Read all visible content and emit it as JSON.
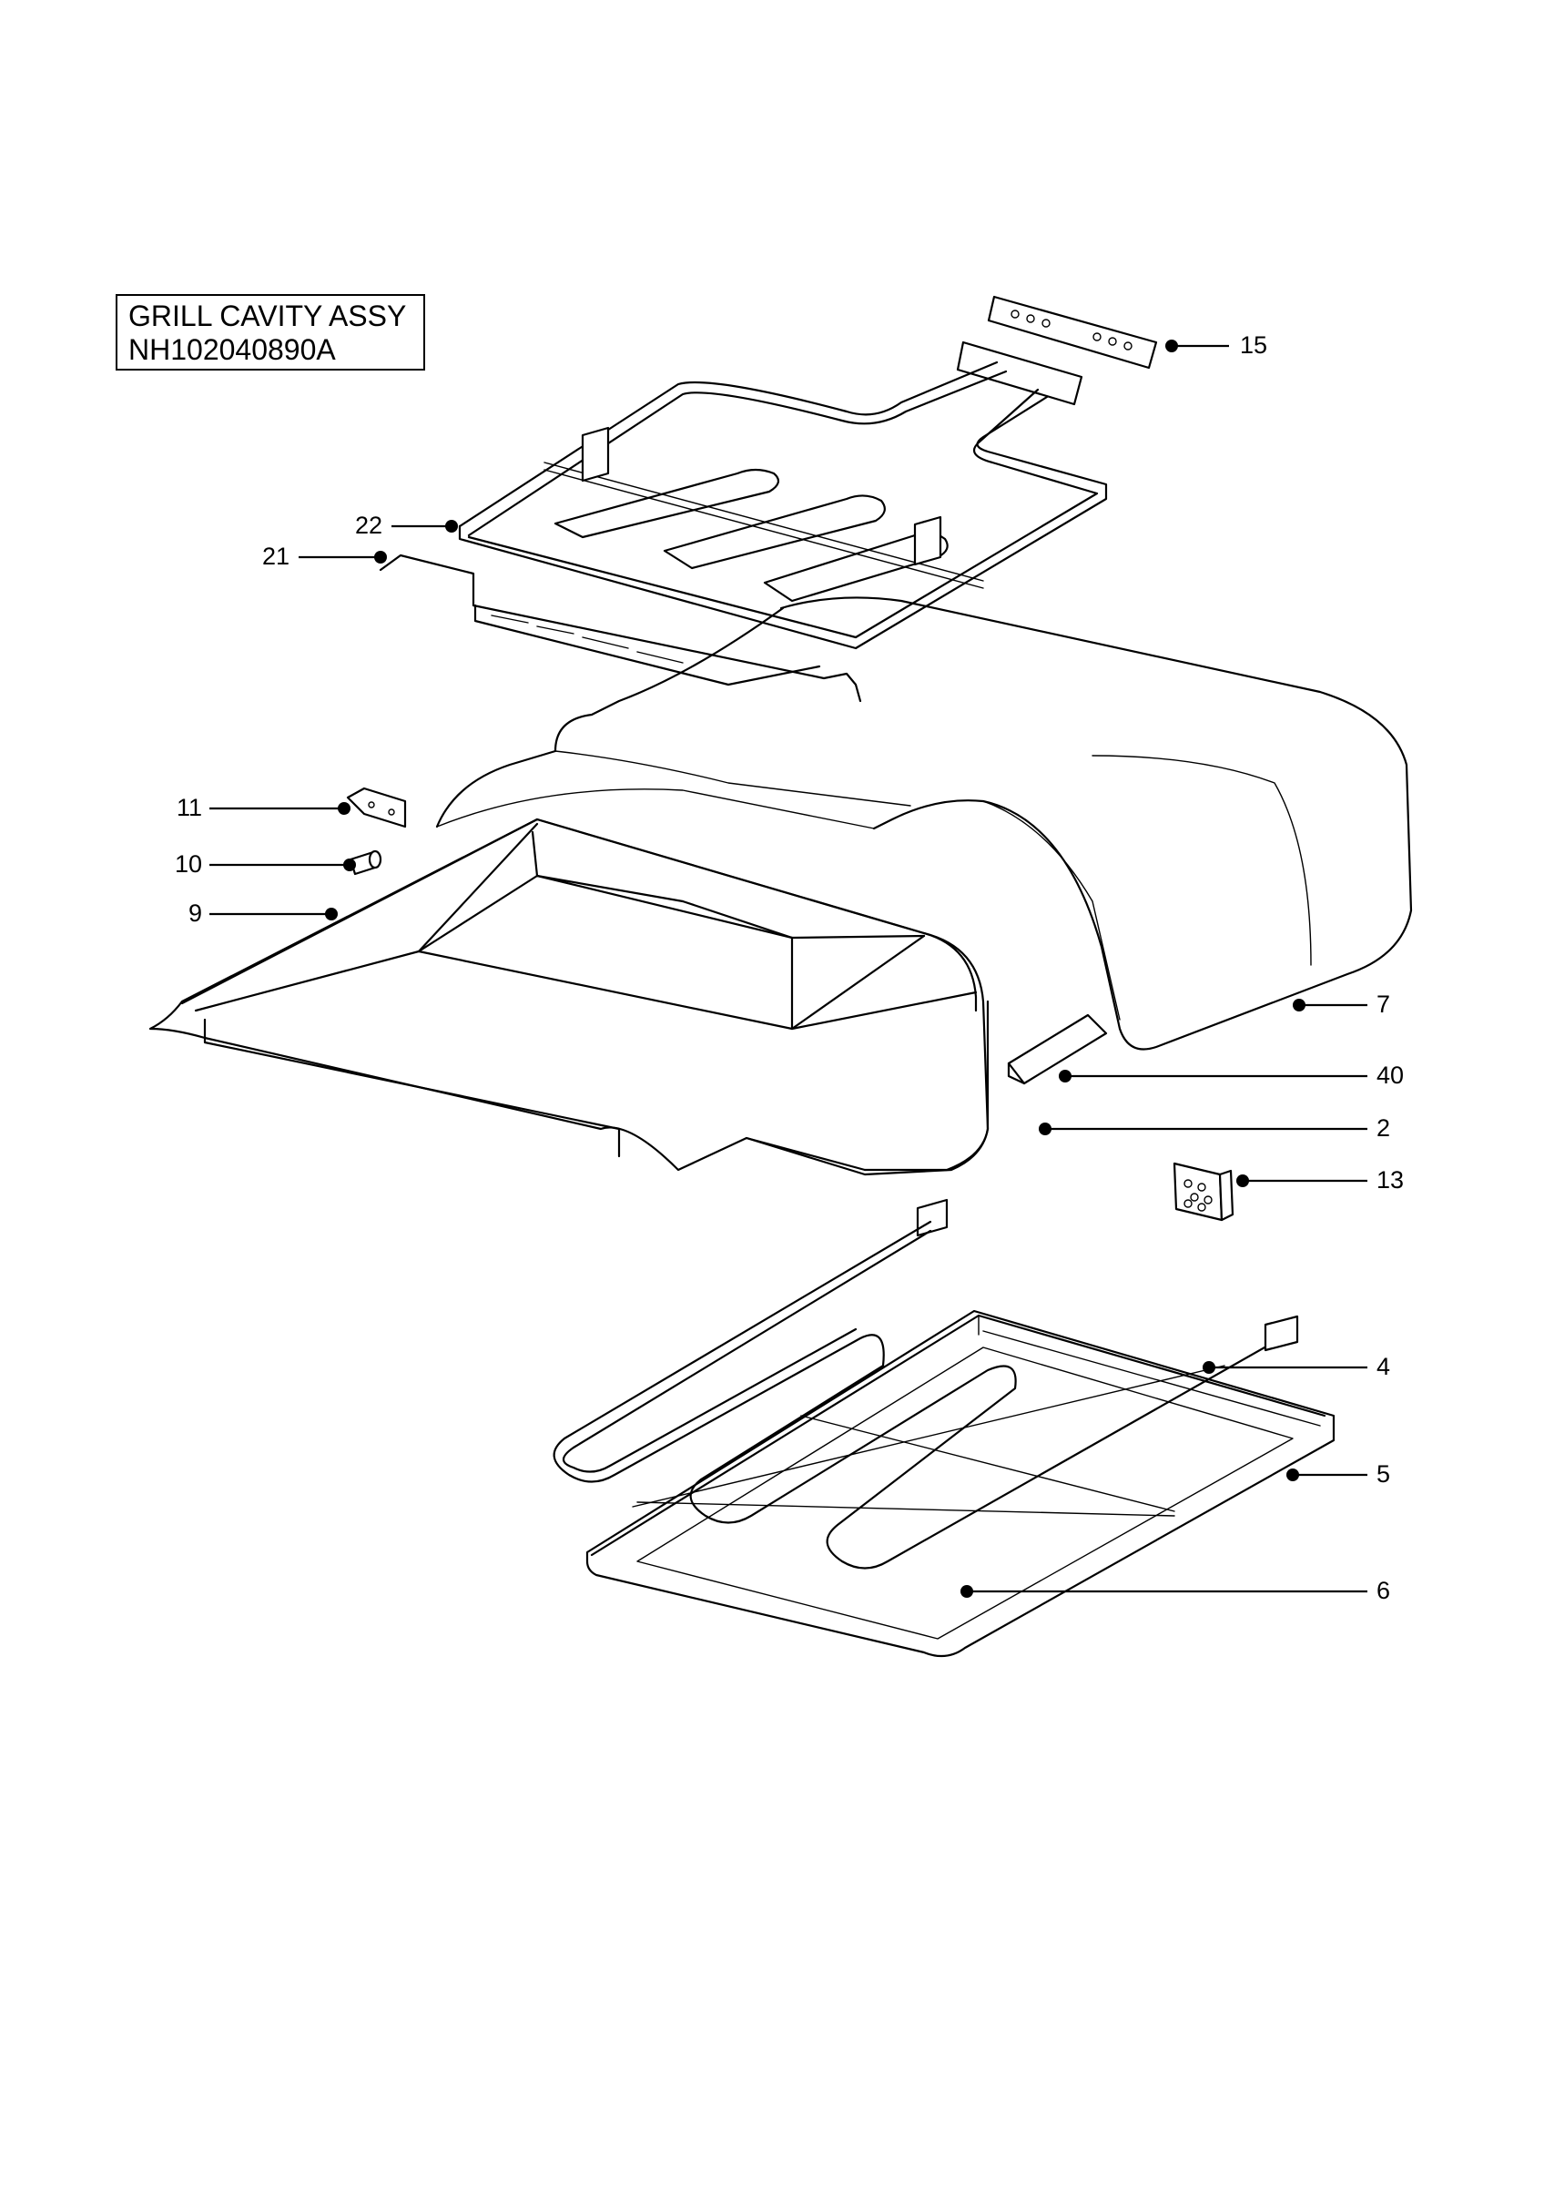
{
  "title": {
    "line1": "GRILL CAVITY ASSY",
    "line2": "NH102040890A"
  },
  "callouts": [
    {
      "id": "15",
      "label": "15"
    },
    {
      "id": "22",
      "label": "22"
    },
    {
      "id": "21",
      "label": "21"
    },
    {
      "id": "11",
      "label": "11"
    },
    {
      "id": "10",
      "label": "10"
    },
    {
      "id": "9",
      "label": "9"
    },
    {
      "id": "7",
      "label": "7"
    },
    {
      "id": "40",
      "label": "40"
    },
    {
      "id": "2",
      "label": "2"
    },
    {
      "id": "13",
      "label": "13"
    },
    {
      "id": "4",
      "label": "4"
    },
    {
      "id": "5",
      "label": "5"
    },
    {
      "id": "6",
      "label": "6"
    }
  ]
}
